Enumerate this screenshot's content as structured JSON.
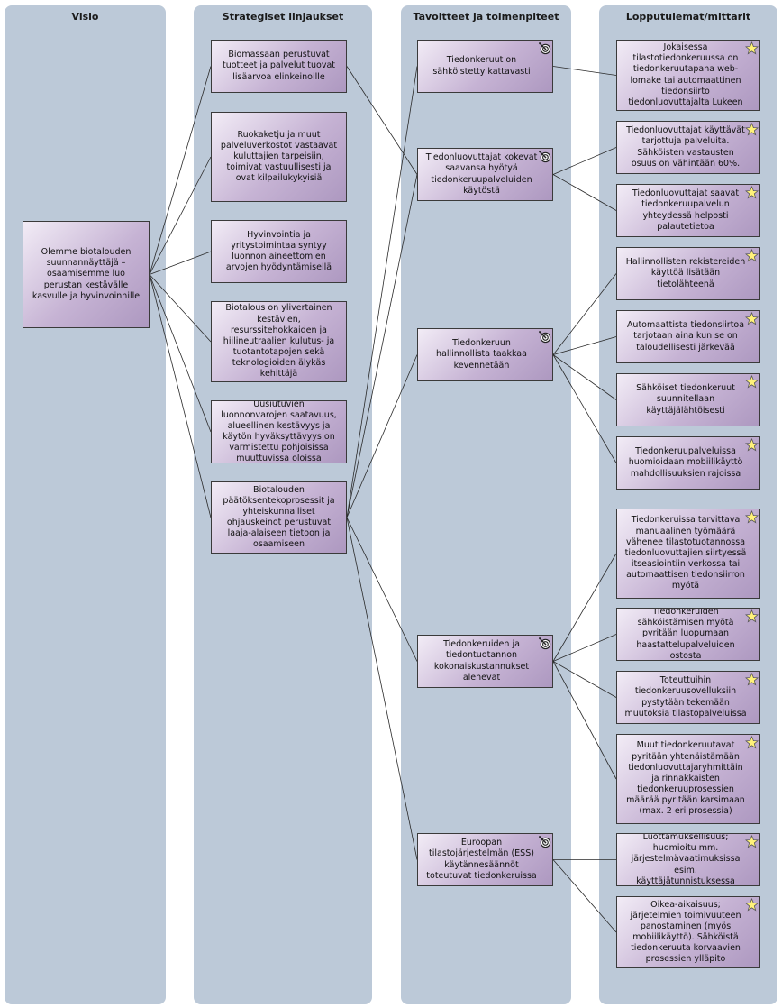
{
  "lanes": [
    {
      "title": "Visio"
    },
    {
      "title": "Strategiset linjaukset"
    },
    {
      "title": "Tavoitteet ja toimenpiteet"
    },
    {
      "title": "Lopputulemat/mittarit"
    }
  ],
  "vision": "Olemme biotalouden suunnannäyttäjä – osaamisemme luo perustan kestävälle kasvulle ja hyvinvoinnille",
  "strategies": [
    "Biomassaan perustuvat tuotteet ja palvelut tuovat lisäarvoa elinkeinoille",
    "Ruokaketju ja muut palveluverkostot vastaavat kuluttajien tarpeisiin, toimivat vastuullisesti ja ovat kilpailukykyisiä",
    "Hyvinvointia ja yritystoimintaa syntyy luonnon aineettomien arvojen hyödyntämisellä",
    "Biotalous on ylivertainen kestävien, resurssitehokkaiden ja hiilineutraalien kulutus- ja tuotantotapojen sekä teknologioiden älykäs kehittäjä",
    "Uusiutuvien luonnonvarojen saatavuus, alueellinen kestävyys ja käytön hyväksyttävyys on varmistettu pohjoisissa muuttuvissa oloissa",
    "Biotalouden päätöksentekoprosessit ja yhteiskunnalliset ohjauskeinot perustuvat laaja-alaiseen tietoon ja osaamiseen"
  ],
  "goals": [
    "Tiedonkeruut on sähköistetty kattavasti",
    "Tiedonluovuttajat kokevat saavansa hyötyä tiedonkeruupalveluiden käytöstä",
    "Tiedonkeruun hallinnollista taakkaa kevennetään",
    "Tiedonkeruiden ja tiedontuotannon kokonaiskustannukset alenevat",
    "Euroopan tilastojärjestelmän (ESS) käytännesäännöt toteutuvat tiedonkeruissa"
  ],
  "outcomes": [
    "Jokaisessa tilastotiedonkeruussa on tiedonkeruutapana web-lomake tai automaattinen tiedonsiirto tiedonluovuttajalta Lukeen",
    "Tiedonluovuttajat käyttävät tarjottuja palveluita. Sähköisten vastausten osuus on vähintään 60%.",
    "Tiedonluovuttajat saavat tiedonkeruupalvelun yhteydessä helposti palautetietoa",
    "Hallinnollisten rekistereiden käyttöä lisätään tietolähteenä",
    "Automaattista tiedonsiirtoa tarjotaan aina kun se on taloudellisesti järkevää",
    "Sähköiset tiedonkeruut suunnitellaan käyttäjälähtöisesti",
    "Tiedonkeruupalveluissa huomioidaan mobiilikäyttö mahdollisuuksien rajoissa",
    "Tiedonkeruissa tarvittava manuaalinen työmäärä vähenee tilastotuotannossa tiedonluovuttajien siirtyessä itseasiointiin verkossa tai automaattisen tiedonsiirron myötä",
    "Tiedonkeruiden sähköistämisen myötä pyritään luopumaan haastattelupalveluiden ostosta",
    "Toteuttuihin tiedonkeruusovelluksiin pystytään tekemään muutoksia tilastopalveluissa",
    "Muut tiedonkeruutavat pyritään yhtenäistämään tiedonluovuttajaryhmittäin ja rinnakkaisten tiedonkeruuprosessien määrää pyritään karsimaan (max. 2 eri prosessia)",
    "Luottamuksellisuus; huomioitu mm. järjestelmävaatimuksissa esim. käyttäjätunnistuksessa",
    "Oikea-aikaisuus; järjetelmien toimivuuteen panostaminen (myös mobiilikäyttö). Sähköistä tiedonkeruuta korvaavien prosessien ylläpito"
  ],
  "links": {
    "vision_to_strategies": [
      0,
      1,
      2,
      3,
      4,
      5
    ],
    "strategy_to_goal": [
      [
        0,
        1
      ],
      [
        5,
        0
      ],
      [
        5,
        1
      ],
      [
        5,
        2
      ],
      [
        5,
        3
      ],
      [
        5,
        4
      ]
    ],
    "goal_to_outcome": [
      [
        0,
        0
      ],
      [
        1,
        1
      ],
      [
        1,
        2
      ],
      [
        2,
        3
      ],
      [
        2,
        4
      ],
      [
        2,
        5
      ],
      [
        2,
        6
      ],
      [
        3,
        7
      ],
      [
        3,
        8
      ],
      [
        3,
        9
      ],
      [
        3,
        10
      ],
      [
        4,
        11
      ],
      [
        4,
        12
      ]
    ]
  },
  "icons": {
    "goal": "target-icon",
    "outcome": "star-icon"
  }
}
